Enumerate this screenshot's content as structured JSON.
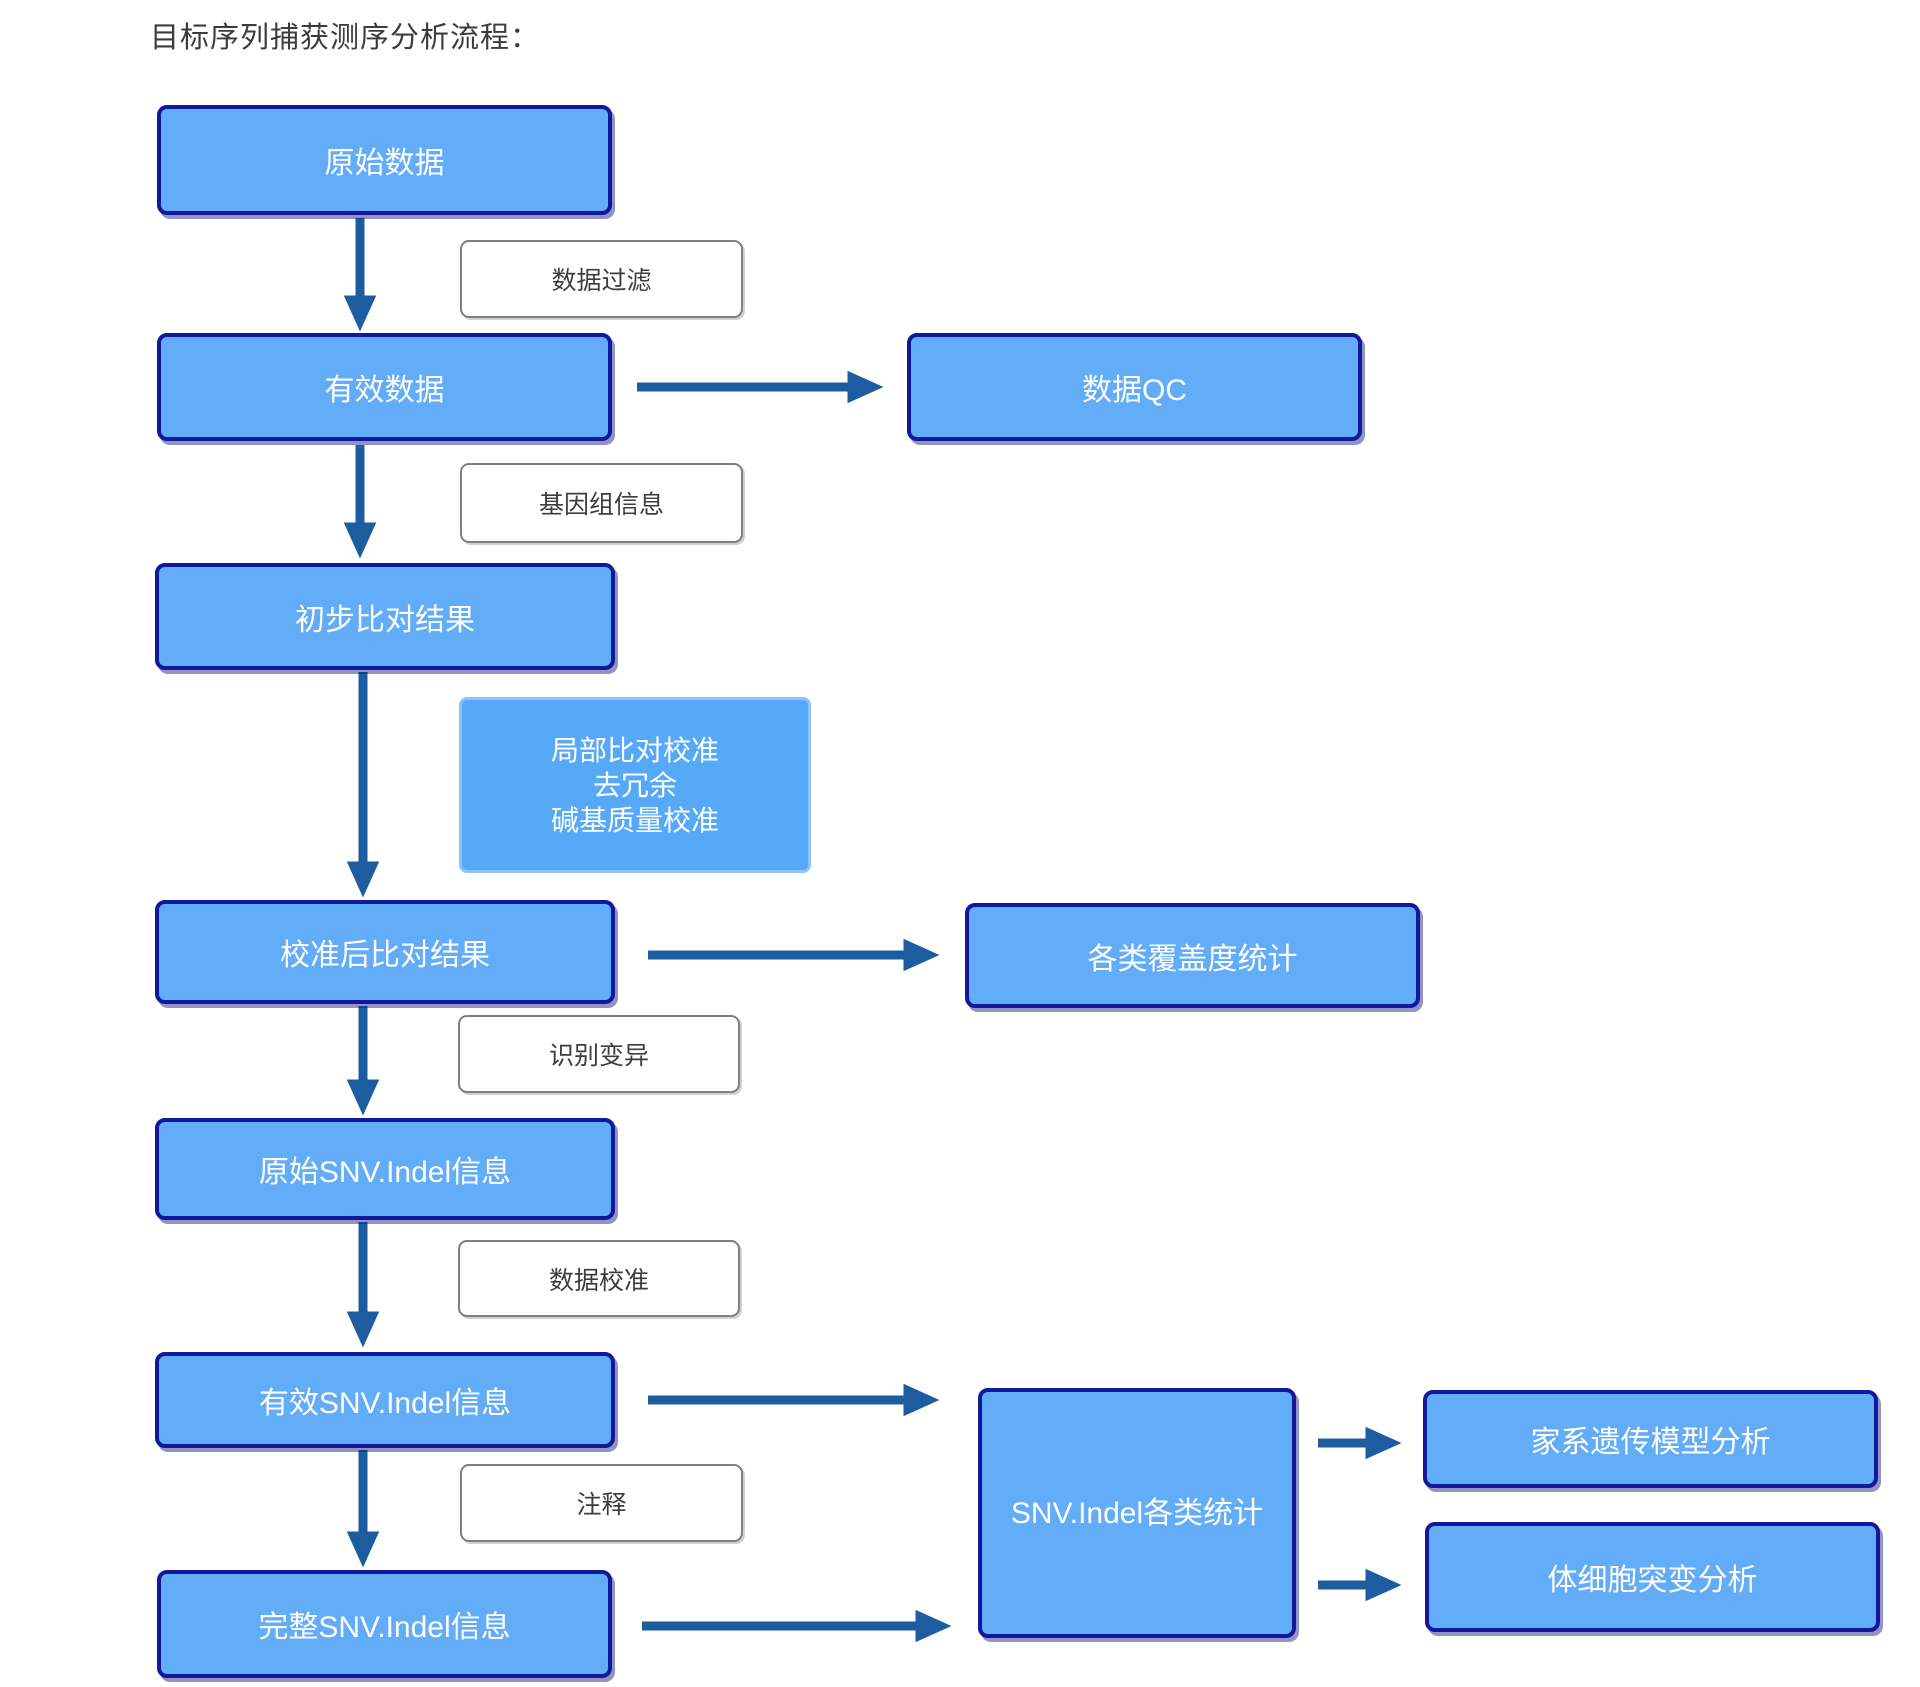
{
  "title": "目标序列捕获测序分析流程：",
  "nodes": {
    "raw_data": {
      "label": "原始数据"
    },
    "valid_data": {
      "label": "有效数据"
    },
    "data_qc": {
      "label": "数据QC"
    },
    "prelim_align": {
      "label": "初步比对结果"
    },
    "calib_align": {
      "label": "校准后比对结果"
    },
    "coverage_stats": {
      "label": "各类覆盖度统计"
    },
    "raw_snv": {
      "label": "原始SNV.Indel信息"
    },
    "valid_snv": {
      "label": "有效SNV.Indel信息"
    },
    "full_snv": {
      "label": "完整SNV.Indel信息"
    },
    "snv_stats": {
      "label": "SNV.Indel各类统计"
    },
    "family_model": {
      "label": "家系遗传模型分析"
    },
    "somatic": {
      "label": "体细胞突变分析"
    }
  },
  "steps": {
    "data_filter": {
      "label": "数据过滤"
    },
    "genome_info": {
      "label": "基因组信息"
    },
    "recalibrate": {
      "lines": [
        "局部比对校准",
        "去冗余",
        "碱基质量校准"
      ]
    },
    "call_variants": {
      "label": "识别变异"
    },
    "data_calib": {
      "label": "数据校准"
    },
    "annotate": {
      "label": "注释"
    }
  },
  "colors": {
    "node_fill": "#63acf7",
    "node_border": "#12189b",
    "process_fill": "#56a9f7",
    "process_border": "#8cc3fa",
    "step_border": "#7f7f7f",
    "step_text": "#3d3d3d",
    "node_text": "#ffffff",
    "arrow": "#1d5d9f"
  }
}
